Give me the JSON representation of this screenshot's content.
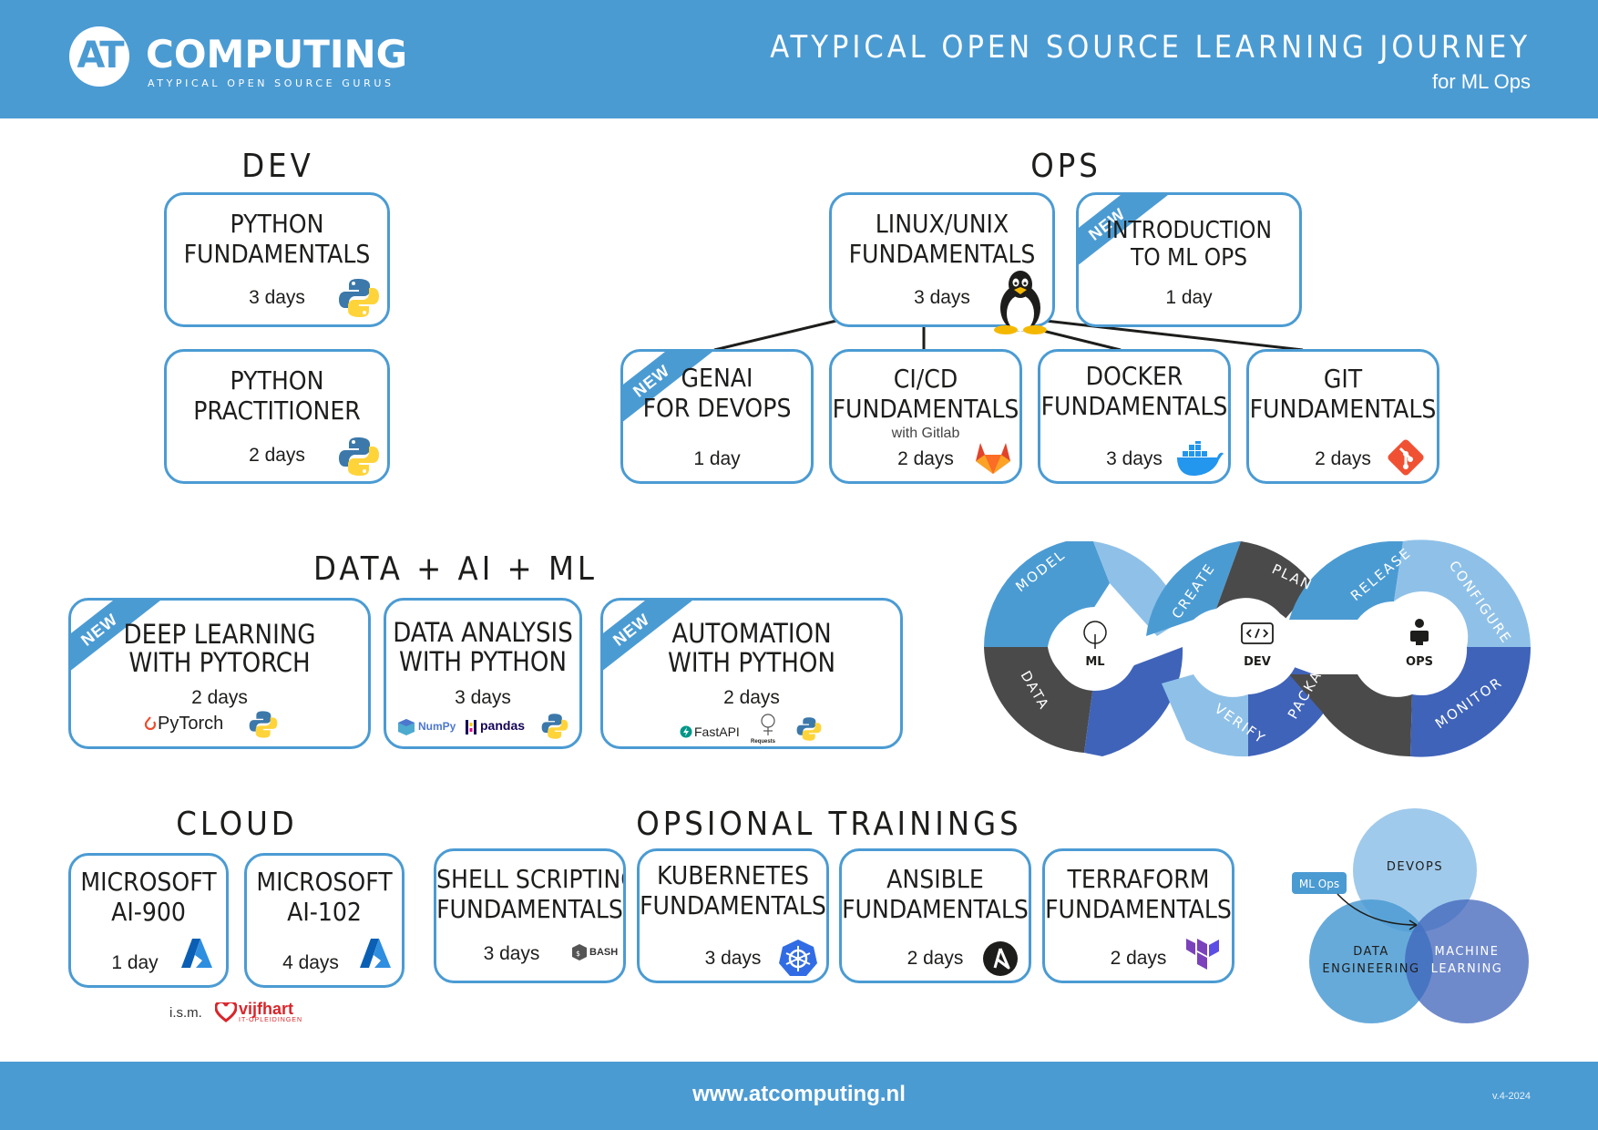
{
  "header": {
    "logo_mark": "AT",
    "logo_word": "COMPUTING",
    "logo_tag": "ATYPICAL OPEN SOURCE GURUS",
    "title": "ATYPICAL OPEN SOURCE LEARNING JOURNEY",
    "subtitle": "for ML Ops"
  },
  "sections": {
    "dev": "DEV",
    "ops": "OPS",
    "data": "DATA + AI + ML",
    "cloud": "CLOUD",
    "optional": "OPSIONAL TRAININGS"
  },
  "badge_label": "NEW",
  "cards": {
    "python_fund": {
      "l1": "PYTHON",
      "l2": "FUNDAMENTALS",
      "days": "3 days",
      "icon": "python-icon"
    },
    "python_prac": {
      "l1": "PYTHON",
      "l2": "PRACTITIONER",
      "days": "2 days",
      "icon": "python-icon"
    },
    "linux": {
      "l1": "LINUX/UNIX",
      "l2": "FUNDAMENTALS",
      "days": "3 days",
      "icon": "tux-penguin-icon"
    },
    "mlops": {
      "l1": "INTRODUCTION",
      "l2": "TO ML OPS",
      "days": "1 day"
    },
    "genai": {
      "l1": "GENAI",
      "l2": "FOR DEVOPS",
      "days": "1 day"
    },
    "cicd": {
      "l1": "CI/CD",
      "l2": "FUNDAMENTALS",
      "note": "with Gitlab",
      "days": "2 days",
      "icon": "gitlab-icon"
    },
    "docker": {
      "l1": "DOCKER",
      "l2": "FUNDAMENTALS",
      "days": "3 days",
      "icon": "docker-icon"
    },
    "git": {
      "l1": "GIT",
      "l2": "FUNDAMENTALS",
      "days": "2 days",
      "icon": "git-icon"
    },
    "dl": {
      "l1": "DEEP LEARNING",
      "l2": "WITH PYTORCH",
      "days": "2 days",
      "logo": "PyTorch"
    },
    "da": {
      "l1": "DATA ANALYSIS",
      "l2": "WITH PYTHON",
      "days": "3 days",
      "logo1": "NumPy",
      "logo2": "pandas"
    },
    "auto": {
      "l1": "AUTOMATION",
      "l2": "WITH PYTHON",
      "days": "2 days",
      "logo1": "FastAPI",
      "logo2": "Requests"
    },
    "ai900": {
      "l1": "MICROSOFT",
      "l2": "AI-900",
      "days": "1 day",
      "icon": "azure-icon"
    },
    "ai102": {
      "l1": "MICROSOFT",
      "l2": "AI-102",
      "days": "4 days",
      "icon": "azure-icon"
    },
    "shell": {
      "l1": "SHELL SCRIPTING",
      "l2": "FUNDAMENTALS",
      "days": "3 days",
      "logo": "BASH"
    },
    "k8s": {
      "l1": "KUBERNETES",
      "l2": "FUNDAMENTALS",
      "days": "3 days",
      "icon": "kubernetes-icon"
    },
    "ansible": {
      "l1": "ANSIBLE",
      "l2": "FUNDAMENTALS",
      "days": "2 days",
      "icon": "ansible-icon"
    },
    "terraform": {
      "l1": "TERRAFORM",
      "l2": "FUNDAMENTALS",
      "days": "2 days",
      "icon": "terraform-icon"
    }
  },
  "partner": {
    "prefix": "i.s.m.",
    "name": "vijfhart",
    "sub": "IT-OPLEIDINGEN"
  },
  "loop": {
    "centers": {
      "ml": "ML",
      "dev": "DEV",
      "ops": "OPS"
    },
    "segments": [
      "MODEL",
      "DATA",
      "CREATE",
      "VERIFY",
      "PLAN",
      "PACKAGE",
      "RELEASE",
      "CONFIGURE",
      "MONITOR"
    ],
    "colors": {
      "blue": "#4b9bd3",
      "light": "#8fc1e8",
      "dark": "#4a4a4a",
      "royal": "#3f63b9"
    }
  },
  "venn": {
    "devops": "DEVOPS",
    "data1": "DATA",
    "data2": "ENGINEERING",
    "ml1": "MACHINE",
    "ml2": "LEARNING",
    "tag": "ML Ops"
  },
  "footer": {
    "site": "www.atcomputing.nl",
    "version": "v.4-2024"
  }
}
